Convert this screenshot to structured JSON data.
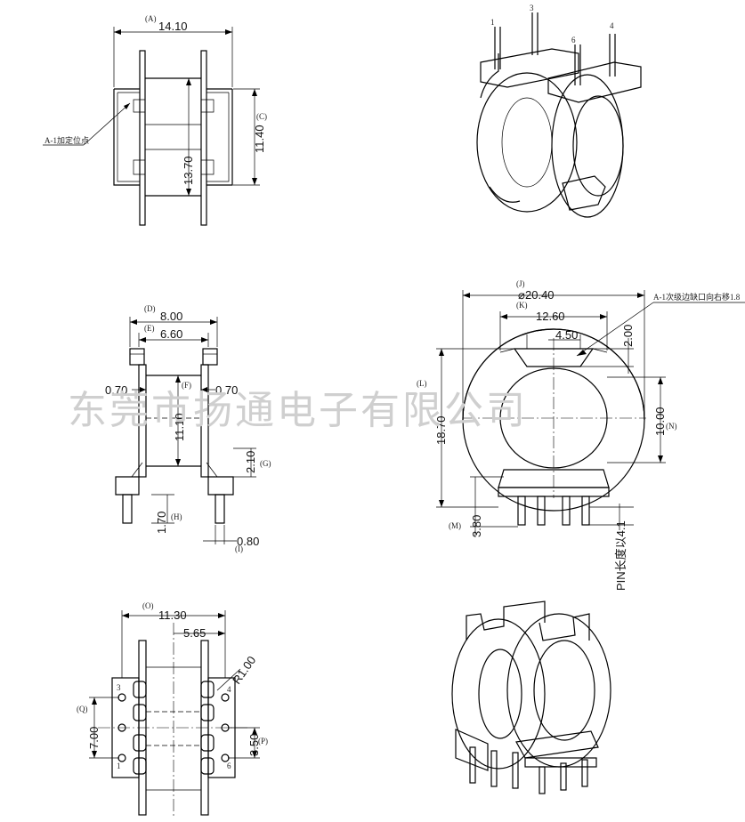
{
  "watermark": "东莞市扬通电子有限公司",
  "views": {
    "front": {
      "dims": {
        "A_value": "14.10",
        "C_value": "11.40",
        "B_value": "13.70"
      },
      "labels": {
        "A": "(A)",
        "C": "(C)"
      },
      "note": "A-1加定位点"
    },
    "side": {
      "dims": {
        "D_value": "8.00",
        "E_value": "6.60",
        "wall_left": "0.70",
        "wall_right": "0.70",
        "F_value": "11.10",
        "G_value": "2.10",
        "H_value": "1.70",
        "I_value": "0.80"
      },
      "labels": {
        "D": "(D)",
        "E": "(E)",
        "F": "(F)",
        "G": "(G)",
        "H": "(H)",
        "I": "(I)"
      }
    },
    "top": {
      "dims": {
        "O_value": "11.30",
        "half_value": "5.65",
        "R_value": "R1.00",
        "Q_value": "7.00",
        "P_value": "3.50"
      },
      "labels": {
        "O": "(O)",
        "Q": "(Q)",
        "P": "(P)"
      },
      "pins": [
        "3",
        "4",
        "1",
        "6"
      ]
    },
    "end": {
      "dims": {
        "J_value": "20.40",
        "K_value": "12.60",
        "slot_value": "4.50",
        "depth_value": "2.00",
        "L_value": "18.70",
        "N_value": "10.00",
        "M_value": "3.80"
      },
      "labels": {
        "J": "(J)",
        "K": "(K)",
        "L": "(L)",
        "N": "(N)",
        "M": "(M)"
      },
      "note": "A-1次级边缺口向右移1.8",
      "pin_note": "PIN长度以4.1"
    },
    "iso_top": {
      "pins": [
        "1",
        "3",
        "6",
        "4"
      ]
    }
  }
}
